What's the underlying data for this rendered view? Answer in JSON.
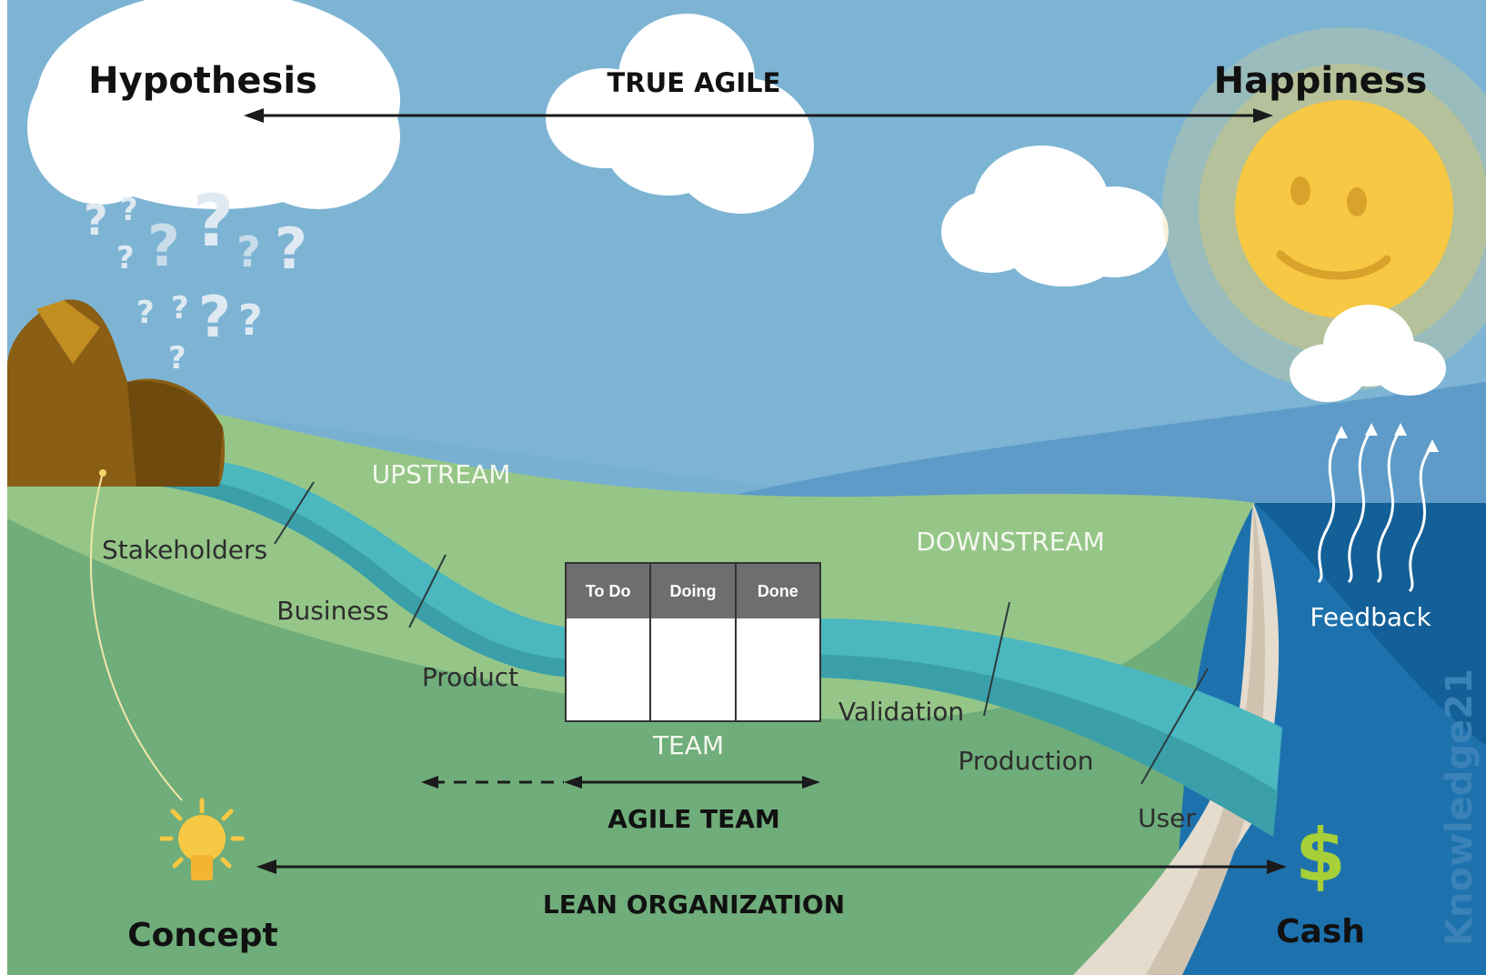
{
  "title": "TRUE AGILE",
  "top_left_label": "Hypothesis",
  "top_right_label": "Happiness",
  "upstream_label": "UPSTREAM",
  "downstream_label": "DOWNSTREAM",
  "feedback_label": "Feedback",
  "upstream_stages": [
    "Stakeholders",
    "Business",
    "Product"
  ],
  "downstream_stages": [
    "Validation",
    "Production",
    "User"
  ],
  "team_label": "TEAM",
  "agile_team_label": "AGILE TEAM",
  "lean_org_label": "LEAN ORGANIZATION",
  "bottom_left_label": "Concept",
  "bottom_right_label": "Cash",
  "dollar_symbol": "$",
  "watermark": "Knowledge21",
  "kanban": {
    "columns": [
      "To Do",
      "Doing",
      "Done"
    ]
  },
  "colors": {
    "sky": "#78b0d2",
    "hill_light": "#95c688",
    "hill_dark": "#6fad7a",
    "river": "#4bb7bf",
    "sea": "#1d72ae",
    "sun": "#f7c843",
    "mountain": "#8a5e14"
  }
}
